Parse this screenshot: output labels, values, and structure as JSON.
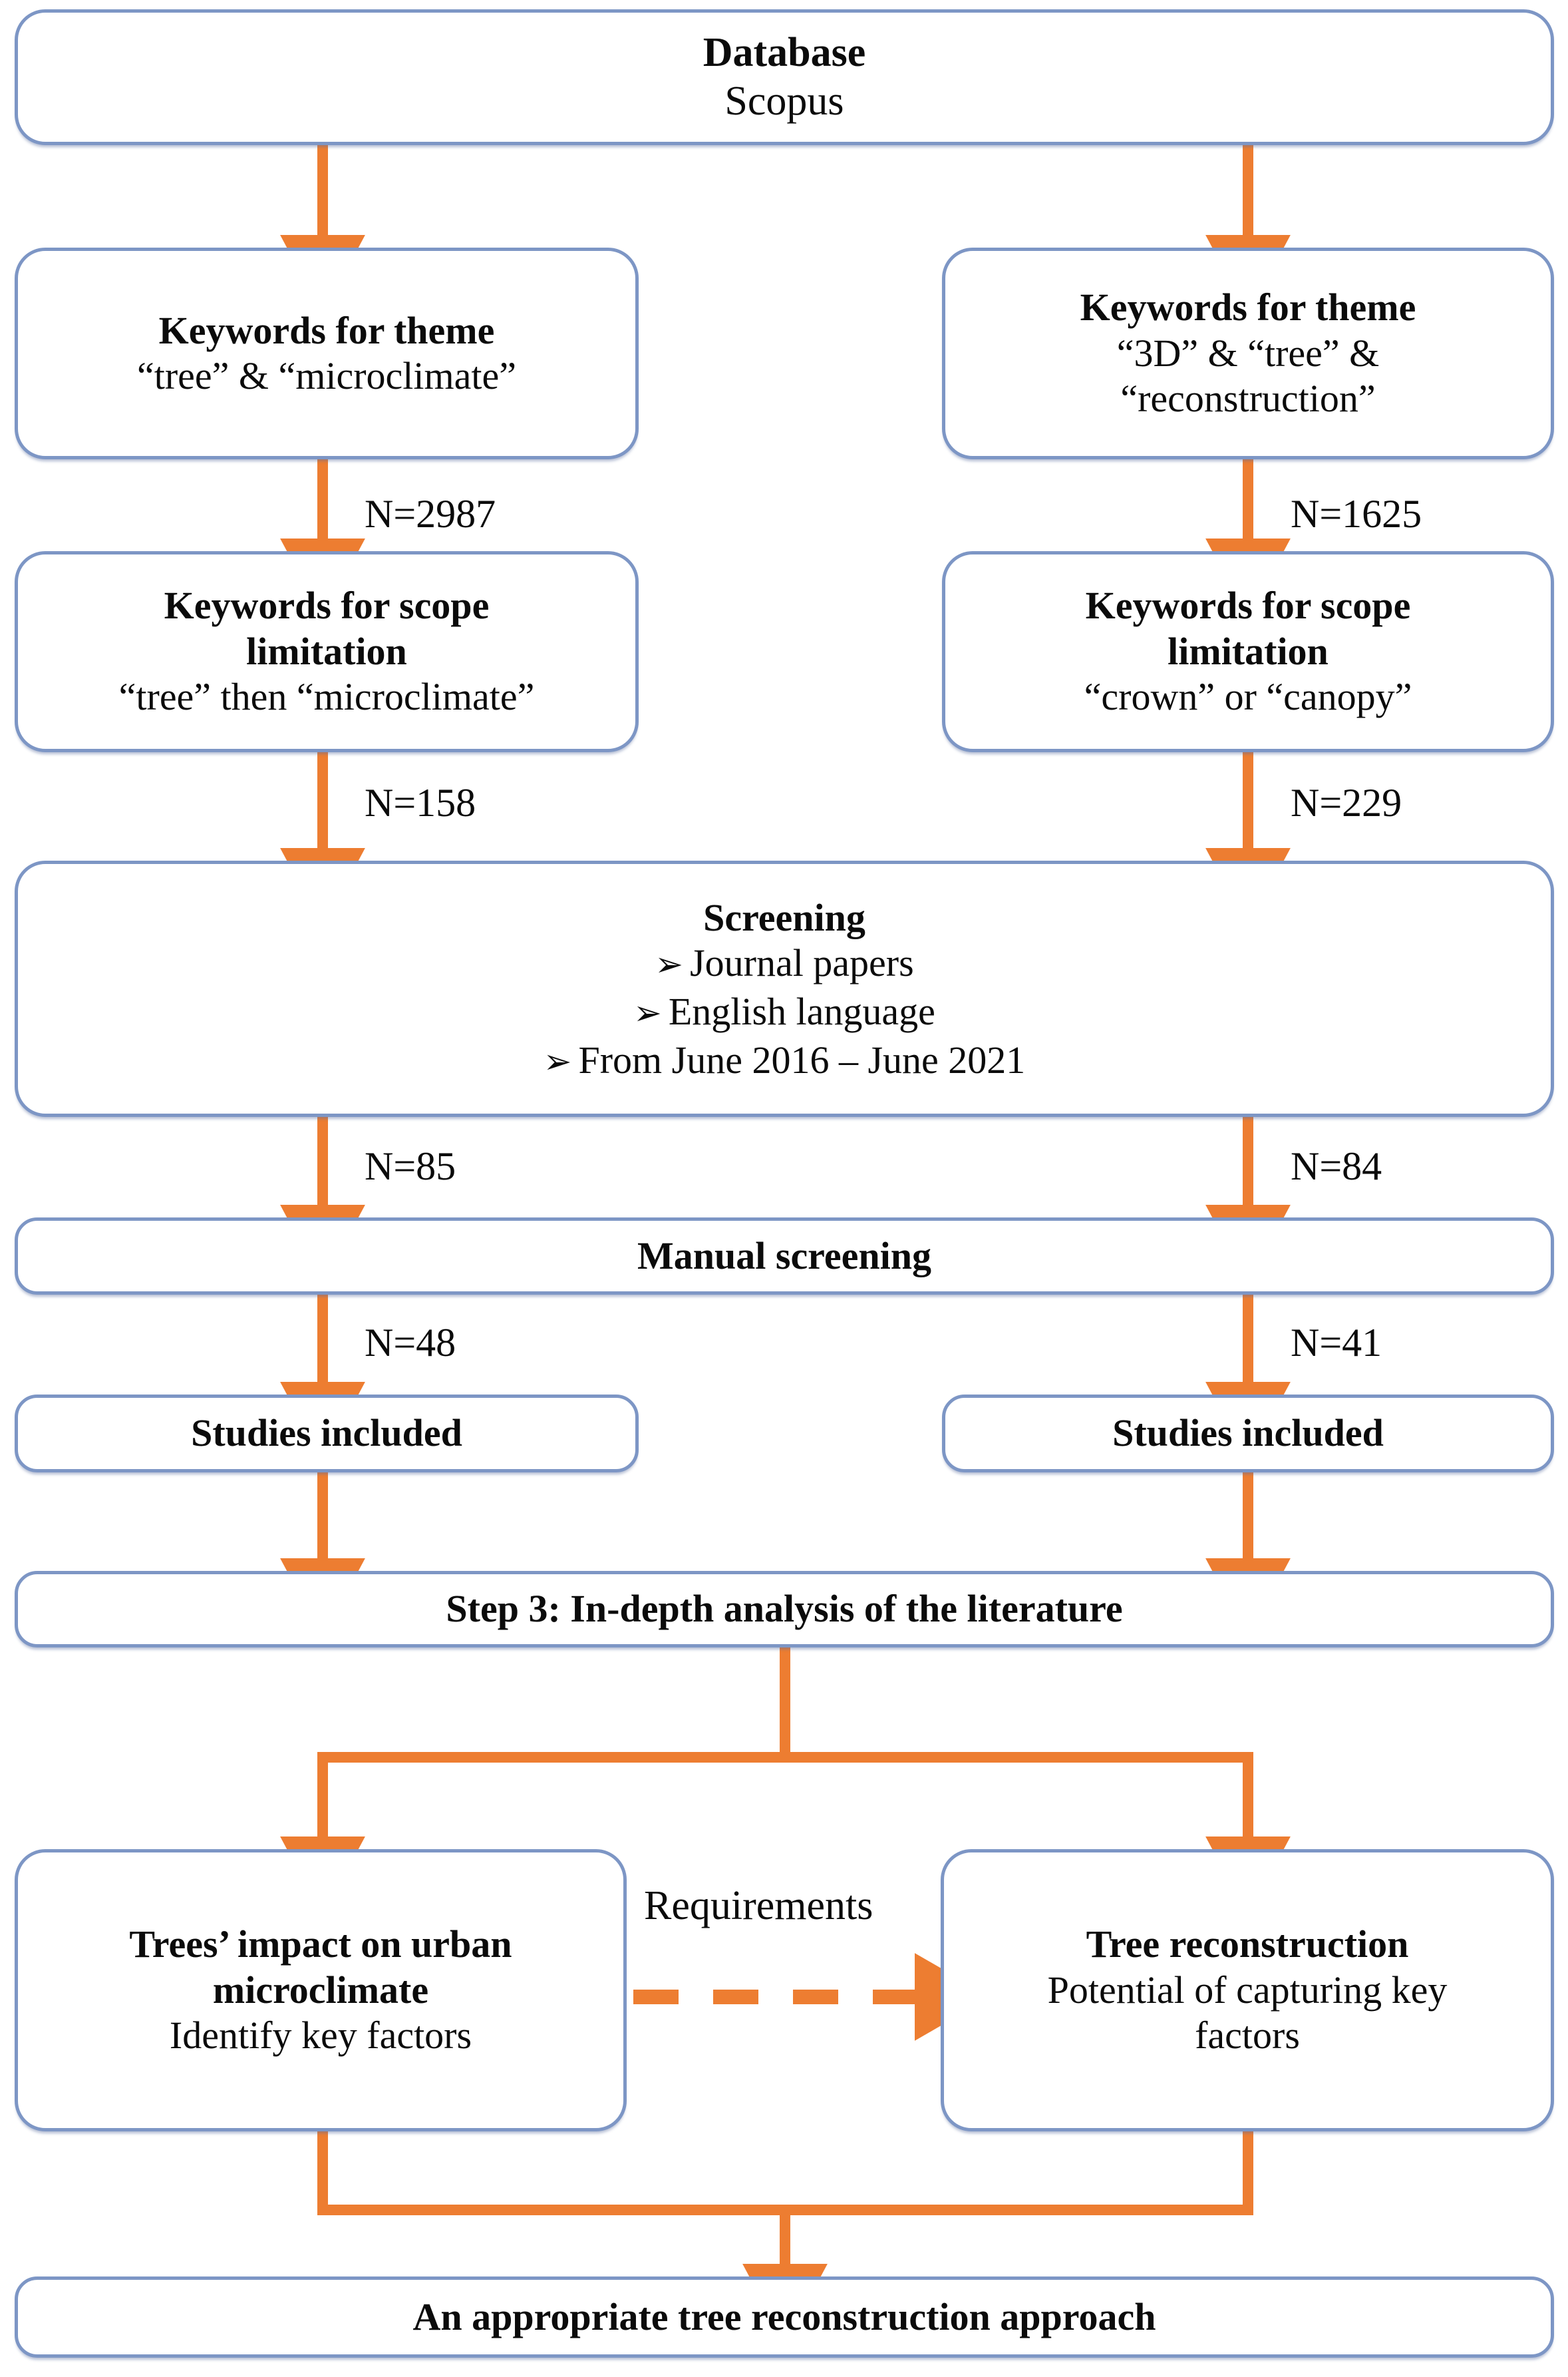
{
  "diagram": {
    "title": "Literature review flowchart",
    "colors": {
      "box_border": "#7D96C5",
      "arrow": "#ED7D31",
      "text": "#0b0b0b",
      "background": "#ffffff"
    },
    "boxes": {
      "database": {
        "line1": "Database",
        "line2": "Scopus"
      },
      "theme_left": {
        "line1": "Keywords for theme",
        "line2": "“tree” & “microclimate”"
      },
      "theme_right": {
        "line1": "Keywords for theme",
        "line2": "“3D” & “tree” &",
        "line3": "“reconstruction”"
      },
      "scope_left": {
        "line1": "Keywords for scope",
        "line2": "limitation",
        "line3": "“tree” then “microclimate”"
      },
      "scope_right": {
        "line1": "Keywords for scope",
        "line2": "limitation",
        "line3": "“crown” or “canopy”"
      },
      "screening": {
        "title": "Screening",
        "bullet_glyph": "➢",
        "bullets": [
          "Journal papers",
          "English language",
          "From June 2016 – June 2021"
        ]
      },
      "manual_screening": {
        "line1": "Manual screening"
      },
      "studies_left": {
        "line1": "Studies included"
      },
      "studies_right": {
        "line1": "Studies included"
      },
      "step3": {
        "line1": "Step 3: In-depth analysis of the literature"
      },
      "impact": {
        "line1": "Trees’ impact on urban",
        "line2": "microclimate",
        "line3": "Identify key factors"
      },
      "reconstruction": {
        "line1": "Tree reconstruction",
        "line2": "Potential of capturing key",
        "line3": "factors"
      },
      "conclusion": {
        "line1": "An appropriate tree reconstruction approach"
      }
    },
    "edge_labels": {
      "n_theme_left": "N=2987",
      "n_theme_right": "N=1625",
      "n_scope_left": "N=158",
      "n_scope_right": "N=229",
      "n_screen_left": "N=85",
      "n_screen_right": "N=84",
      "n_manual_left": "N=48",
      "n_manual_right": "N=41",
      "requirements": "Requirements"
    }
  }
}
